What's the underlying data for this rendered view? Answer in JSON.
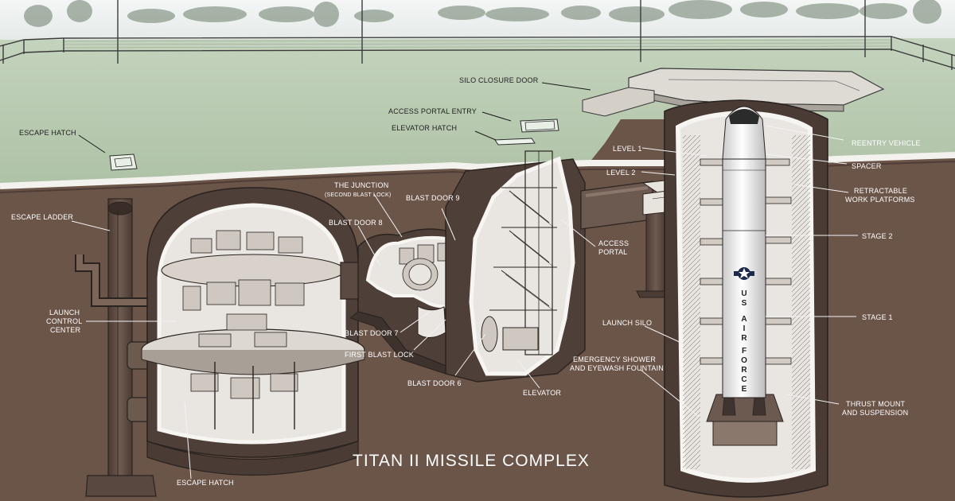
{
  "title": "TITAN II MISSILE COMPLEX",
  "colors": {
    "sky": "#e8ecec",
    "grass": "#b5c8ac",
    "soil": "#6b5448",
    "concrete": "#5a4a42",
    "cutaway": "#e9e6e2",
    "label_on_soil": "#ffffff",
    "label_on_grass": "#1e1e1e"
  },
  "labels": {
    "silo_closure_door": "SILO CLOSURE DOOR",
    "access_portal_entry": "ACCESS PORTAL ENTRY",
    "elevator_hatch": "ELEVATOR HATCH",
    "escape_hatch_top": "ESCAPE HATCH",
    "escape_ladder": "ESCAPE LADDER",
    "launch_control_center": [
      "LAUNCH",
      "CONTROL",
      "CENTER"
    ],
    "the_junction": "THE JUNCTION",
    "second_blast_lock": "(SECOND BLAST LOCK)",
    "blast_door_9": "BLAST DOOR 9",
    "blast_door_8": "BLAST DOOR 8",
    "blast_door_7": "BLAST DOOR 7",
    "first_blast_lock": "FIRST BLAST LOCK",
    "blast_door_6": "BLAST DOOR 6",
    "elevator": "ELEVATOR",
    "access_portal": [
      "ACCESS",
      "PORTAL"
    ],
    "level_1": "LEVEL 1",
    "level_2": "LEVEL 2",
    "launch_silo": "LAUNCH SILO",
    "emergency_shower": [
      "EMERGENCY SHOWER",
      "AND EYEWASH FOUNTAIN"
    ],
    "escape_hatch_bottom": "ESCAPE HATCH",
    "reentry_vehicle": "REENTRY VEHICLE",
    "spacer": "SPACER",
    "retractable_work_platforms": [
      "RETRACTABLE",
      "WORK PLATFORMS"
    ],
    "stage_2": "STAGE 2",
    "stage_1": "STAGE 1",
    "thrust_mount": [
      "THRUST MOUNT",
      "AND SUSPENSION"
    ]
  },
  "missile_markings": {
    "us": [
      "U",
      "S"
    ],
    "air": [
      "A",
      "I",
      "R"
    ],
    "force": [
      "F",
      "O",
      "R",
      "C",
      "E"
    ]
  }
}
